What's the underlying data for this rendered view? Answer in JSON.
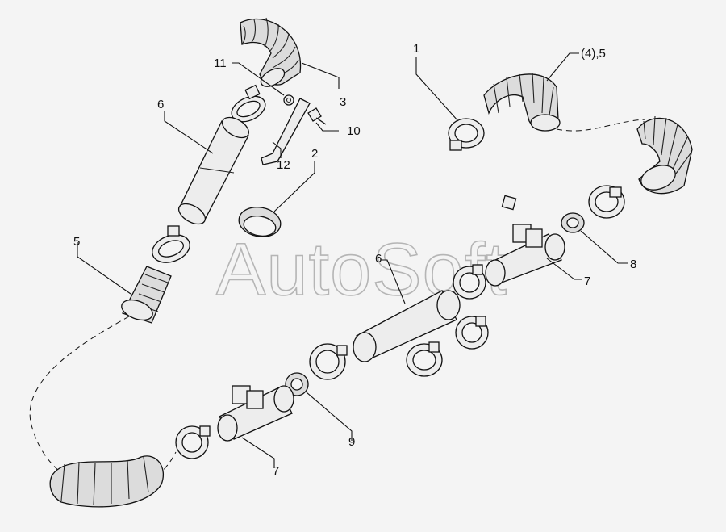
{
  "watermark": "AutoSoft",
  "callouts": [
    {
      "id": "c1",
      "text": "1"
    },
    {
      "id": "c2",
      "text": "(4),5"
    },
    {
      "id": "c3",
      "text": "11"
    },
    {
      "id": "c4",
      "text": "3"
    },
    {
      "id": "c5",
      "text": "6"
    },
    {
      "id": "c6",
      "text": "10"
    },
    {
      "id": "c7",
      "text": "12"
    },
    {
      "id": "c8",
      "text": "2"
    },
    {
      "id": "c9",
      "text": "5"
    },
    {
      "id": "c10",
      "text": "6"
    },
    {
      "id": "c11",
      "text": "8"
    },
    {
      "id": "c12",
      "text": "7"
    },
    {
      "id": "c13",
      "text": "9"
    },
    {
      "id": "c14",
      "text": "7"
    }
  ],
  "colors": {
    "line": "#111111",
    "background": "#f4f4f4",
    "hose": "#dcdcdc",
    "watermark_outline": "#b5b5b5"
  }
}
